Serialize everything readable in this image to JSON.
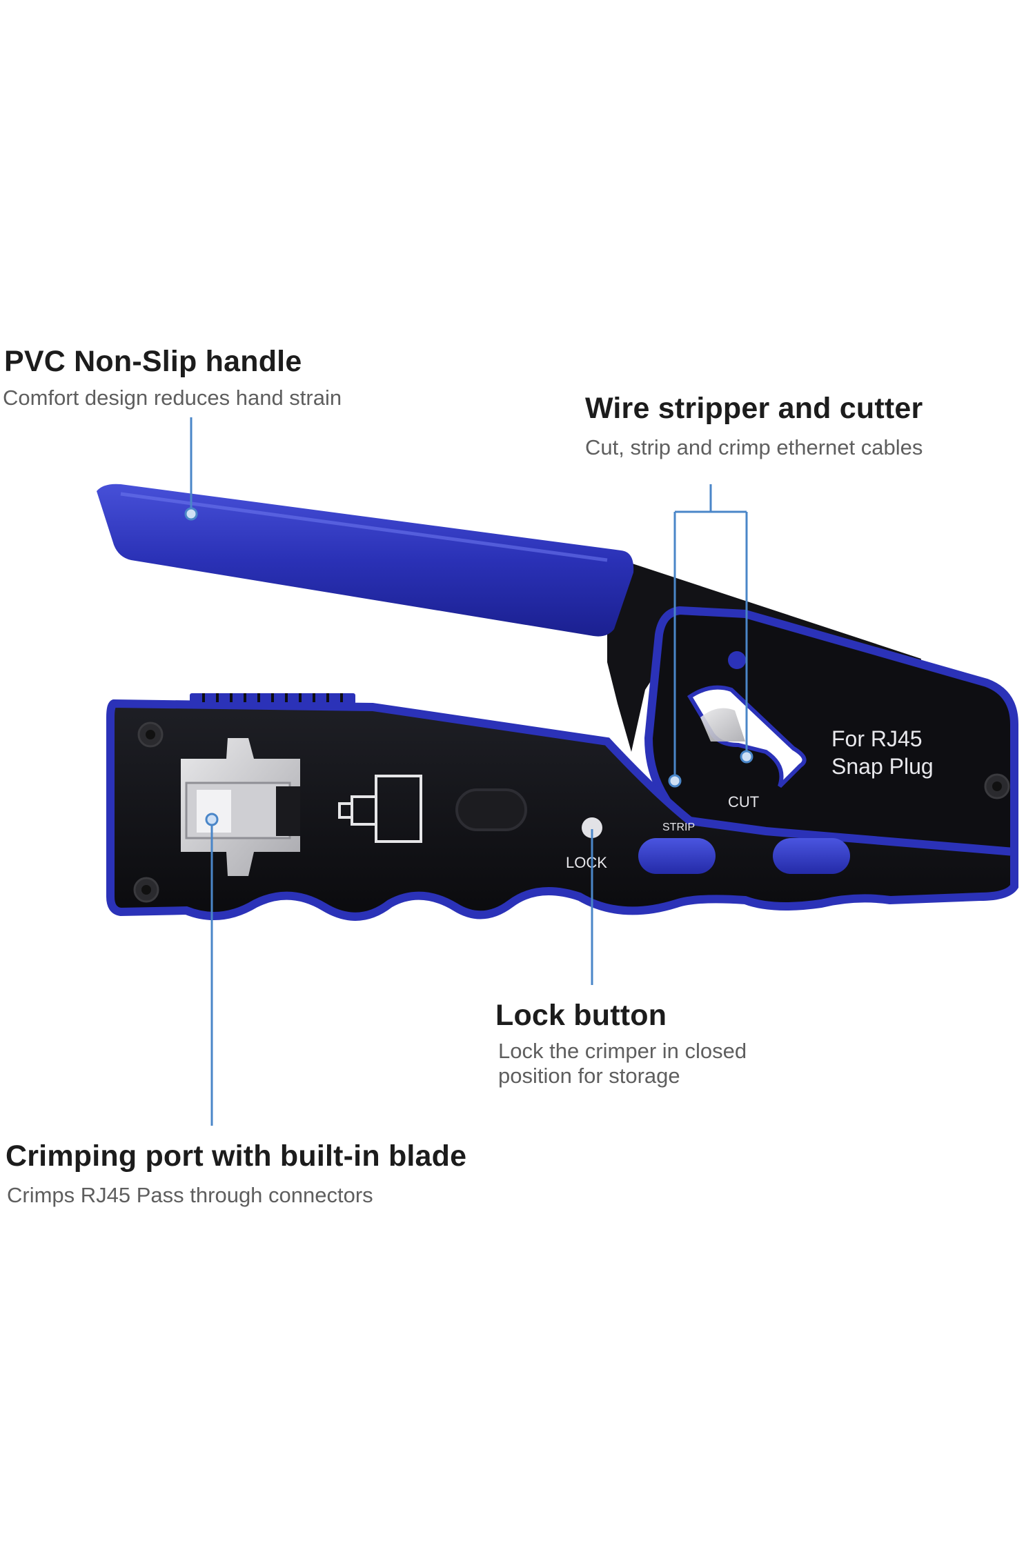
{
  "callouts": {
    "handle": {
      "title": "PVC Non-Slip handle",
      "desc": "Comfort design reduces hand strain"
    },
    "stripper": {
      "title": "Wire stripper and cutter",
      "desc": "Cut, strip and crimp ethernet cables"
    },
    "lock": {
      "title": "Lock button",
      "desc_line1": "Lock the crimper in closed",
      "desc_line2": "position for storage"
    },
    "crimp": {
      "title": "Crimping port with built-in blade",
      "desc": "Crimps RJ45 Pass through connectors"
    }
  },
  "tool": {
    "label_line1": "For RJ45",
    "label_line2": "Snap Plug",
    "cut_label": "CUT",
    "strip_label": "STRIP",
    "lock_label": "LOCK"
  },
  "colors": {
    "handle_blue": "#2b32b8",
    "body_black": "#111114",
    "leader_blue": "#4a86c8",
    "title_text": "#1c1c1c",
    "desc_text": "#5e5e5e"
  }
}
